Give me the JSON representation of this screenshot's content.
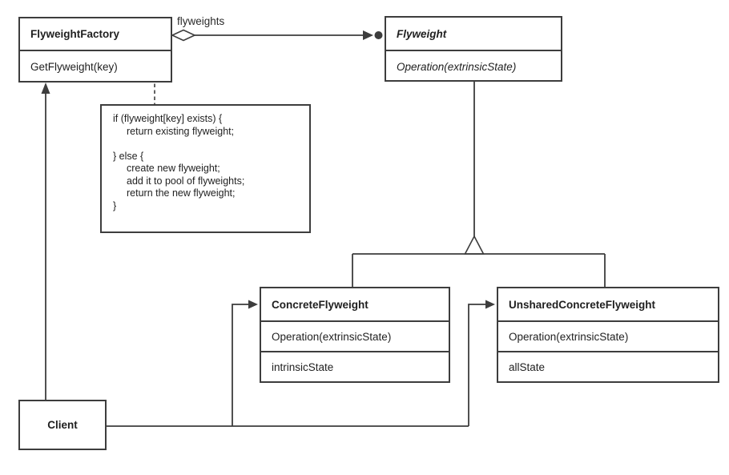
{
  "classes": {
    "flyweight_factory": {
      "name": "FlyweightFactory",
      "operation": "GetFlyweight(key)"
    },
    "flyweight": {
      "name": "Flyweight",
      "operation": "Operation(extrinsicState)"
    },
    "concrete_flyweight": {
      "name": "ConcreteFlyweight",
      "operation": "Operation(extrinsicState)",
      "attribute": "intrinsicState"
    },
    "unshared_concrete_flyweight": {
      "name": "UnsharedConcreteFlyweight",
      "operation": "Operation(extrinsicState)",
      "attribute": "allState"
    },
    "client": {
      "name": "Client"
    }
  },
  "labels": {
    "aggregation_role": "flyweights"
  },
  "note": {
    "lines": [
      "if (flyweight[key] exists) {",
      "return existing flyweight;",
      "",
      "} else {",
      "create new flyweight;",
      "add it to pool of flyweights;",
      "return the new flyweight;",
      "}"
    ]
  },
  "colors": {
    "line": "#3d3d3d",
    "text": "#1f1f1f",
    "note_fold": "#9b9b9b",
    "background": "#ffffff"
  }
}
